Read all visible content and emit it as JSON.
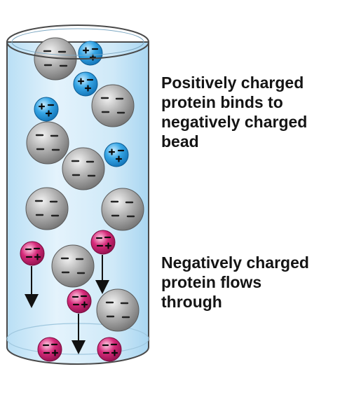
{
  "captions": {
    "top": [
      "Positively charged",
      "protein binds to",
      "negatively charged",
      "bead"
    ],
    "bottom": [
      "Negatively charged",
      "protein flows",
      "through"
    ]
  },
  "colors": {
    "column_fill": "#d3ebf9",
    "column_outline": "#4a4a4a",
    "bead": "#9a9a9a",
    "positive_protein": "#2e9de0",
    "negative_protein": "#c2185b",
    "text": "#141414"
  },
  "legend_symbols": {
    "bead_charge": "negative",
    "positive_protein_charge": "net positive (+ + -)",
    "negative_protein_charge": "net negative (- - +)"
  }
}
